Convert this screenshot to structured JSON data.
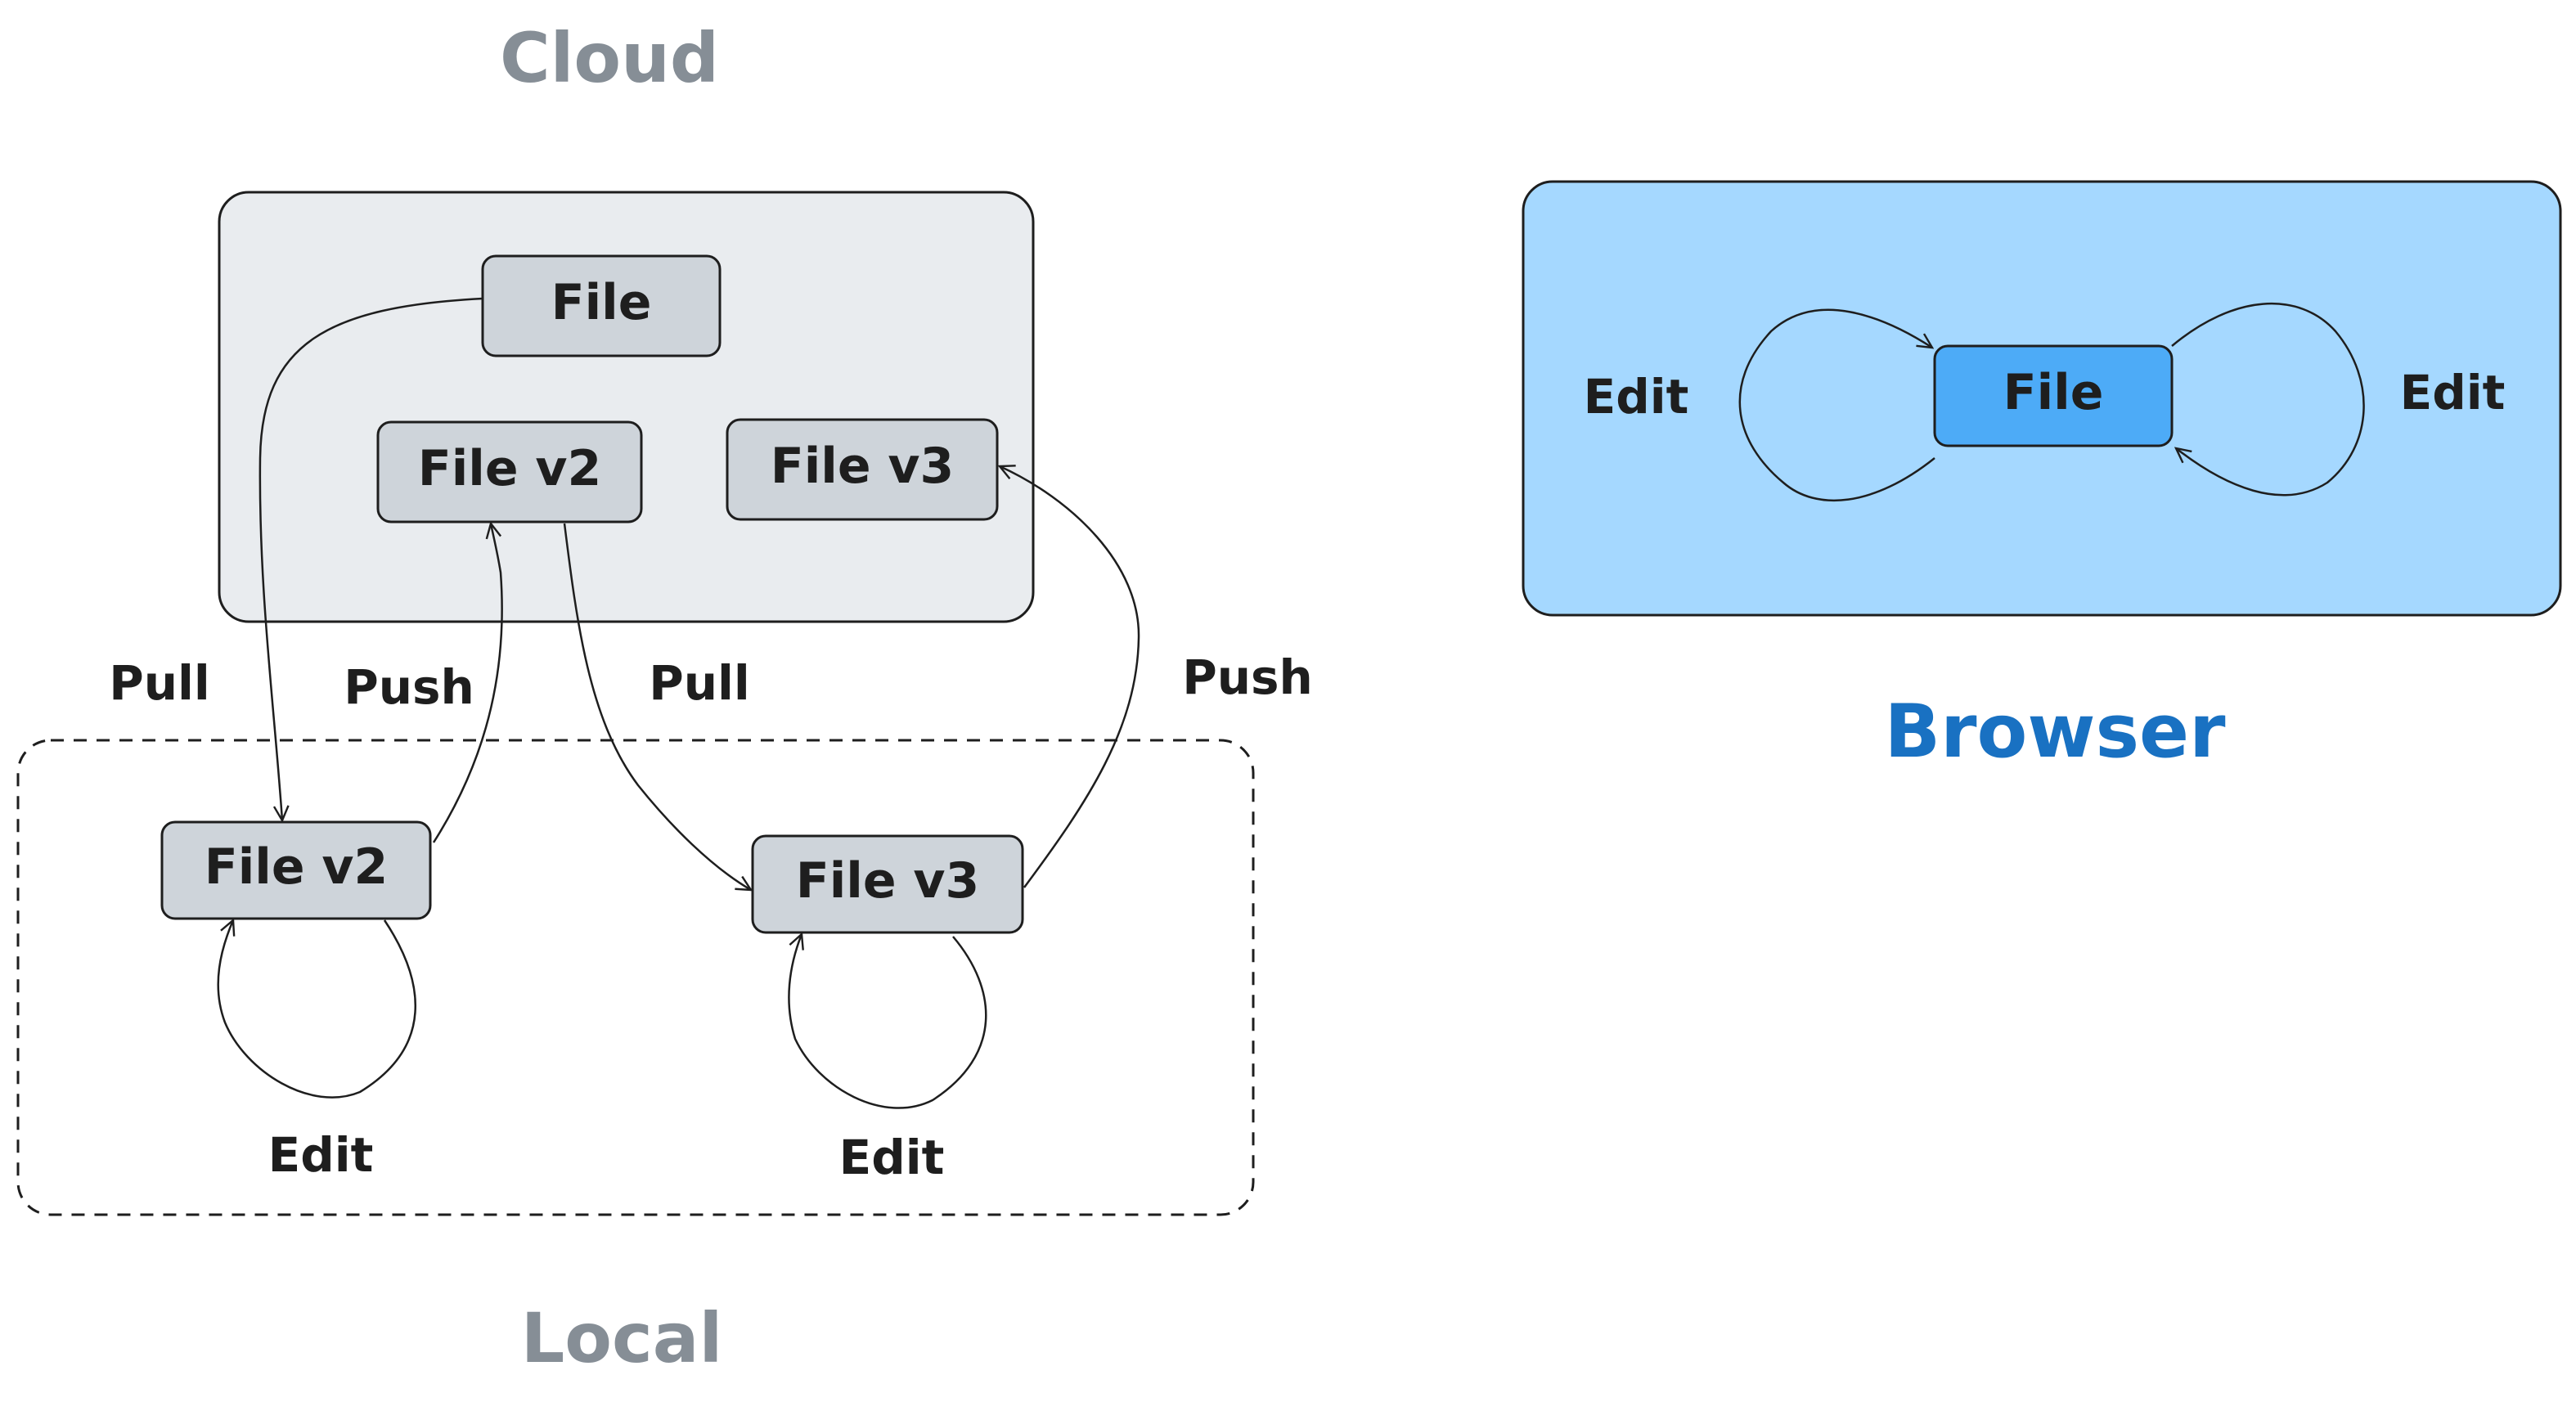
{
  "cloud": {
    "title": "Cloud",
    "file": "File",
    "file_v2": "File v2",
    "file_v3": "File v3"
  },
  "local": {
    "title": "Local",
    "file_v2": "File v2",
    "file_v3": "File v3",
    "edit_left": "Edit",
    "edit_right": "Edit"
  },
  "arrows": {
    "pull_1": "Pull",
    "push_1": "Push",
    "pull_2": "Pull",
    "push_2": "Push"
  },
  "browser": {
    "title": "Browser",
    "file": "File",
    "edit_left": "Edit",
    "edit_right": "Edit"
  },
  "colors": {
    "ink": "#1e1e1e",
    "group_title": "#868e96",
    "cloud_fill": "#e9ecef",
    "node_fill": "#ced4da",
    "browser_fill": "#a5d8ff",
    "browser_node_fill": "#4dabf7",
    "browser_title": "#1971c2"
  }
}
